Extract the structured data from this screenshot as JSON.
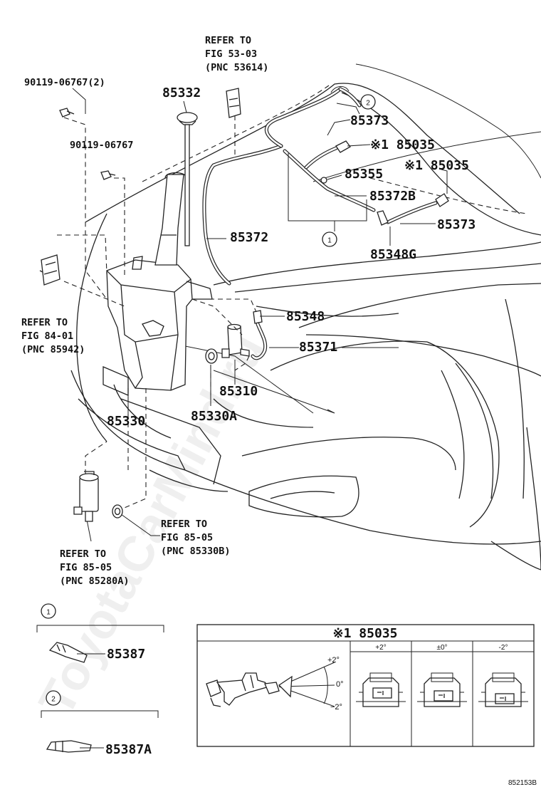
{
  "watermark": "ToyotaCarMind.ru",
  "diagram_id": "852153B",
  "labels": {
    "p90119_2": "90119-06767(2)",
    "p90119": "90119-06767",
    "p85332": "85332",
    "ref53_1": "REFER TO",
    "ref53_2": "FIG 53-03",
    "ref53_3": "(PNC 53614)",
    "p85373a": "85373",
    "p85035a": "※1 85035",
    "p85035b": "※1 85035",
    "p85355": "85355",
    "p85372b": "85372B",
    "p85373b": "85373",
    "p85372": "85372",
    "p85348g": "85348G",
    "ref84_1": "REFER TO",
    "ref84_2": "FIG 84-01",
    "ref84_3": "(PNC 85942)",
    "p85348": "85348",
    "p85371": "85371",
    "p85310": "85310",
    "p85330": "85330",
    "p85330a": "85330A",
    "ref85b_1": "REFER TO",
    "ref85b_2": "FIG 85-05",
    "ref85b_3": "(PNC 85330B)",
    "ref85a_1": "REFER TO",
    "ref85a_2": "FIG 85-05",
    "ref85a_3": "(PNC 85280A)",
    "circle1": "1",
    "circle2": "2",
    "legend_circle1": "1",
    "legend_circle2": "2",
    "p85387": "85387",
    "p85387a": "85387A"
  },
  "inset": {
    "title": "※1 85035",
    "columns": [
      "+2°",
      "±0°",
      "-2°"
    ],
    "angle_top": "+2°",
    "angle_mid": "0°",
    "angle_bot": "−2°"
  }
}
